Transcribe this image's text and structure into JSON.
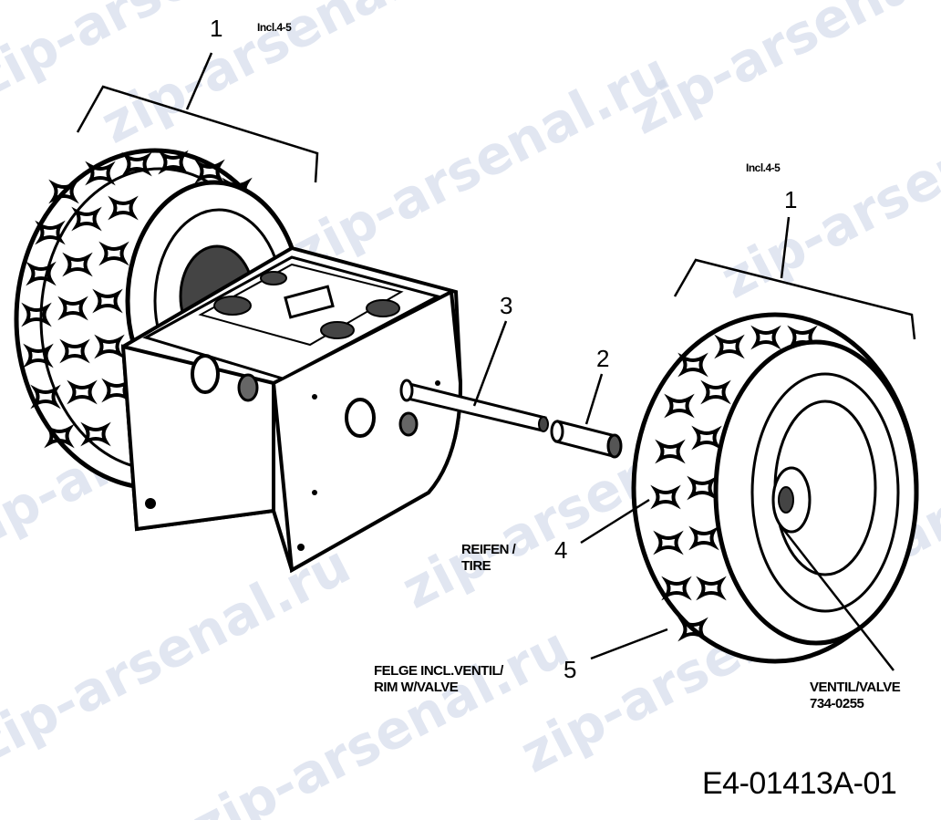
{
  "callouts": {
    "left_assembly_number": "1",
    "left_assembly_note": "Incl.4-5",
    "right_assembly_number": "1",
    "right_assembly_note": "Incl.4-5",
    "shaft_number": "3",
    "bushing_number": "2",
    "tire_number": "4",
    "tire_label_line1": "REIFEN /",
    "tire_label_line2": "TIRE",
    "rim_number": "5",
    "rim_label_line1": "FELGE INCL.VENTIL/",
    "rim_label_line2": "RIM W/VALVE",
    "valve_label_line1": "VENTIL/VALVE",
    "valve_label_line2": "734-0255"
  },
  "figure_code": "E4-01413A-01",
  "watermark": {
    "text": "zip-arsenal.ru",
    "color": "#c9d3e6"
  }
}
